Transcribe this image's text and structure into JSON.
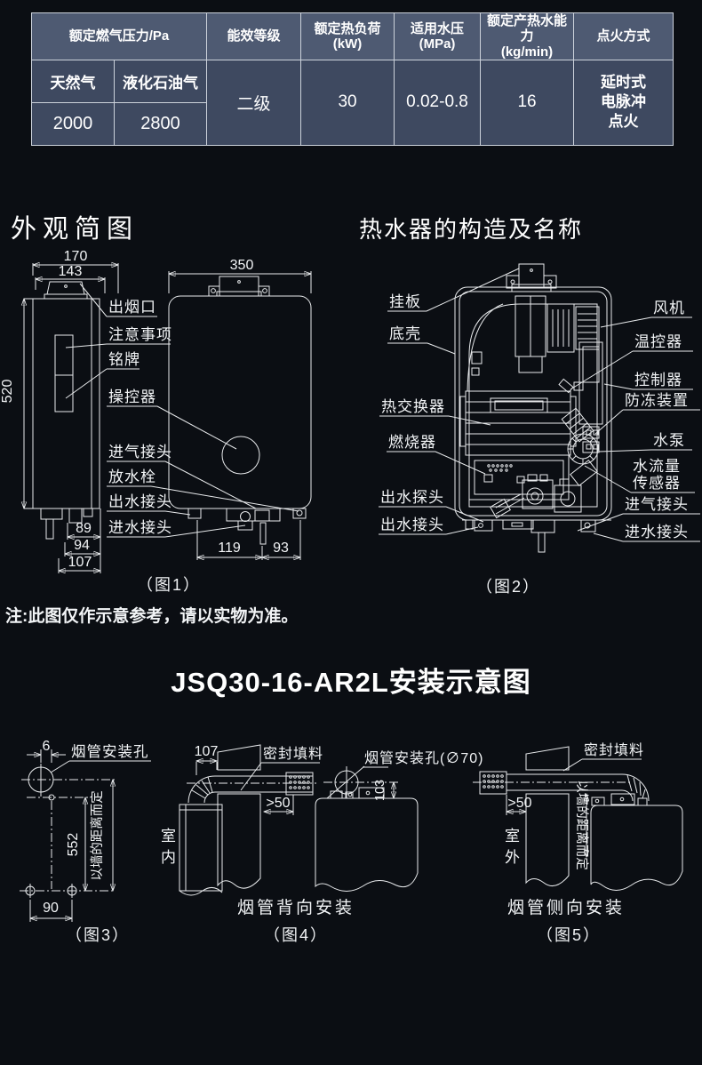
{
  "table": {
    "h1": "额定燃气压力/Pa",
    "h2": "能效等级",
    "h3a": "额定热负荷",
    "h3b": "(kW)",
    "h4a": "适用水压",
    "h4b": "(MPa)",
    "h5a": "额定产热水能力",
    "h5b": "(kg/min)",
    "h6": "点火方式",
    "r1c1": "天然气",
    "r1c2": "液化石油气",
    "r2c1": "2000",
    "r2c2": "2800",
    "v_eff": "二级",
    "v_load": "30",
    "v_press": "0.02-0.8",
    "v_cap": "16",
    "v_ign1": "延时式",
    "v_ign2": "电脉冲",
    "v_ign3": "点火"
  },
  "sec1": {
    "title_left": "外观简图",
    "title_right": "热水器的构造及名称",
    "note": "注:此图仅作示意参考，请以实物为准。"
  },
  "fig1": {
    "dim_w_outer": "170",
    "dim_w_inner": "143",
    "dim_h": "520",
    "dim_b1": "89",
    "dim_b2": "94",
    "dim_b3": "107",
    "dim_front_w": "350",
    "dim_f1": "119",
    "dim_f2": "93",
    "lbl_smoke": "出烟口",
    "lbl_notice1": "注意事项",
    "lbl_notice2": "铭牌",
    "lbl_ctrl": "操控器",
    "lbl_gas": "进气接头",
    "lbl_drain": "放水栓",
    "lbl_out": "出水接头",
    "lbl_in": "进水接头",
    "caption": "（图1）"
  },
  "fig2": {
    "lbl_plate": "挂板",
    "lbl_shell": "底壳",
    "lbl_hex": "热交换器",
    "lbl_burner": "燃烧器",
    "lbl_probe": "出水探头",
    "lbl_outlet": "出水接头",
    "lbl_fan": "风机",
    "lbl_thermo": "温控器",
    "lbl_controller": "控制器",
    "lbl_antifreeze": "防冻装置",
    "lbl_pump": "水泵",
    "lbl_flow1": "水流量",
    "lbl_flow2": "传感器",
    "lbl_gasjoint": "进气接头",
    "lbl_inlet": "进水接头",
    "caption": "（图2）"
  },
  "sec2": {
    "title": "JSQ30-16-AR2L安装示意图"
  },
  "fig3": {
    "dim6": "6",
    "lbl_hole": "烟管安装孔",
    "dim552": "552",
    "wall_note": "以墙的距离而定",
    "dim90": "90",
    "caption": "（图3）"
  },
  "fig4": {
    "dim107": "107",
    "lbl_seal": "密封填料",
    "lbl_hole": "烟管安装孔(∅70)",
    "dim50": ">50",
    "dim103": "103",
    "room1": "室",
    "room2": "内",
    "title": "烟管背向安装",
    "caption": "（图4）"
  },
  "fig5": {
    "lbl_seal": "密封填料",
    "dim50": ">50",
    "room1": "室",
    "room2": "外",
    "wall_note": "以墙的距离而定",
    "title": "烟管侧向安装",
    "caption": "（图5）"
  }
}
